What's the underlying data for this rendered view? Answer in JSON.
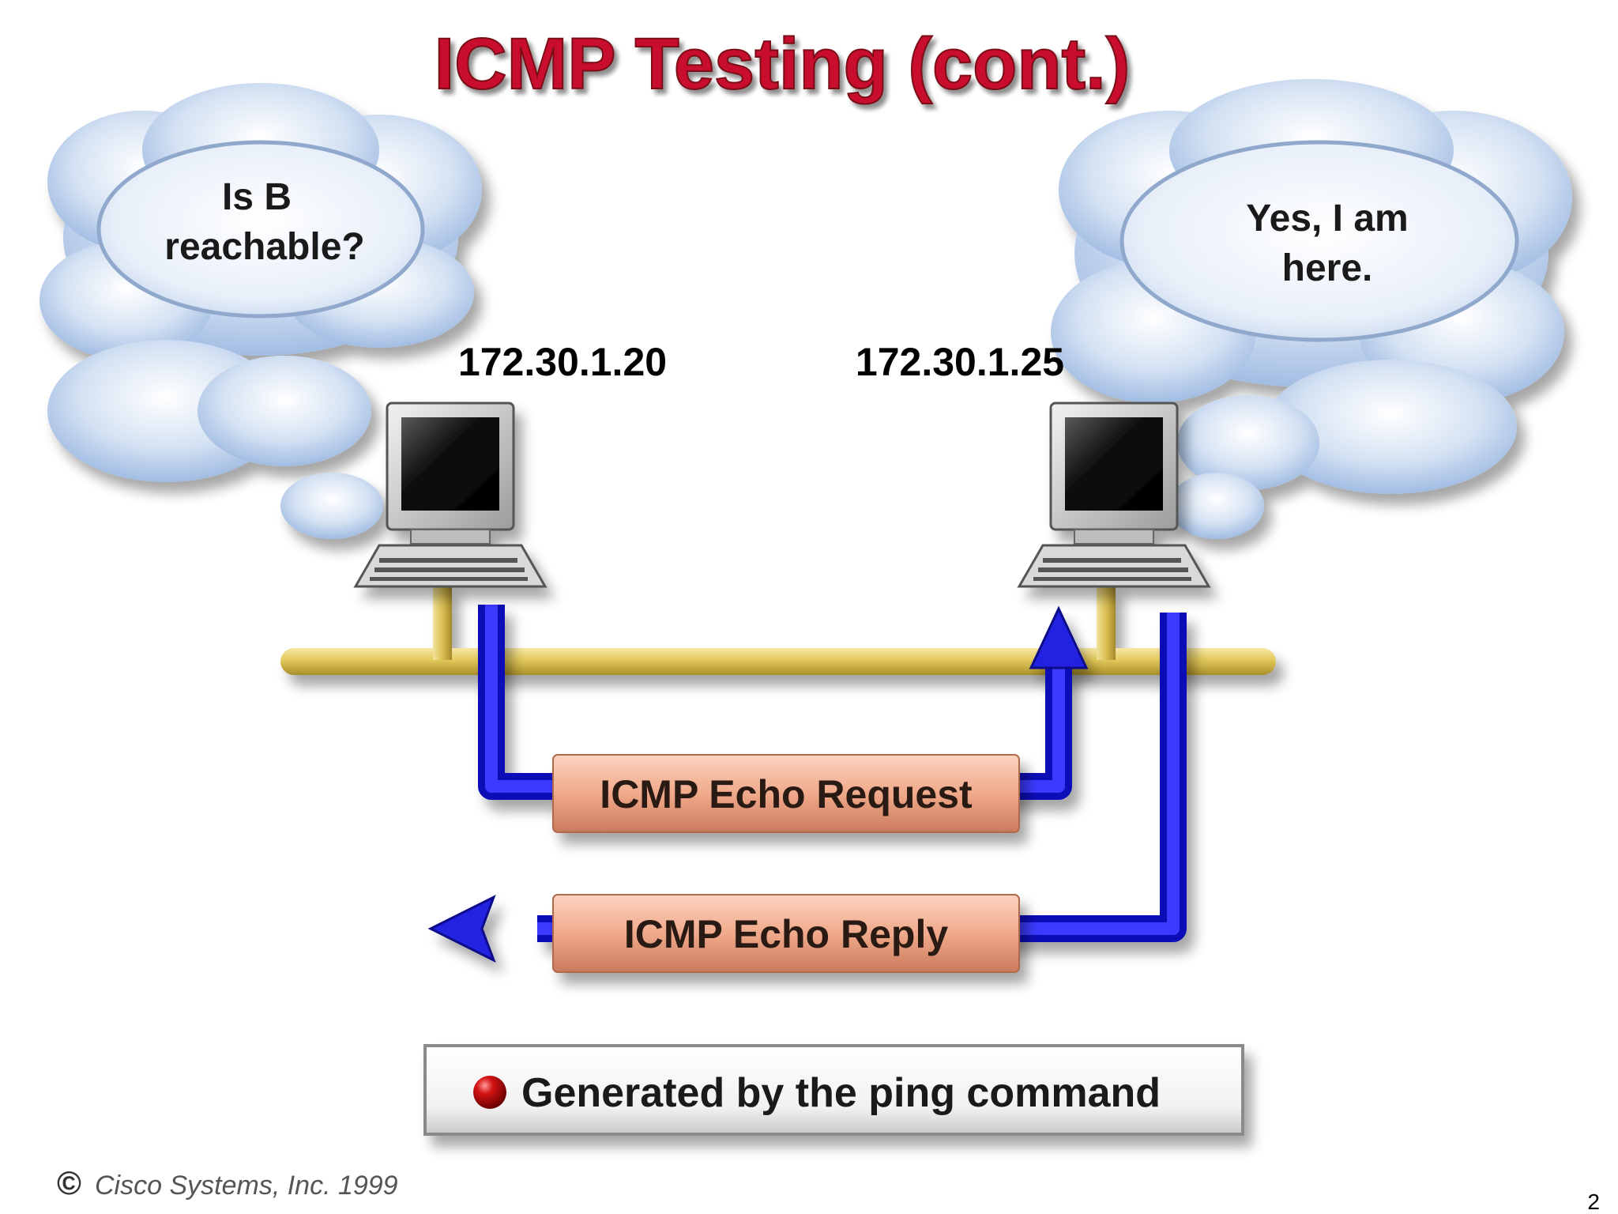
{
  "slide": {
    "title": "ICMP Testing (cont.)",
    "page_number": "2",
    "copyright_symbol": "©",
    "copyright_text": "Cisco Systems, Inc. 1999"
  },
  "hosts": {
    "a": {
      "ip": "172.30.1.20",
      "thought_line1": "Is B",
      "thought_line2": "reachable?"
    },
    "b": {
      "ip": "172.30.1.25",
      "thought_line1": "Yes, I am",
      "thought_line2": "here."
    }
  },
  "messages": {
    "request": "ICMP Echo Request",
    "reply": "ICMP Echo Reply"
  },
  "legend": {
    "text": "Generated by the ping command"
  },
  "icons": {
    "computer": "computer-icon",
    "bullet": "red-ball-icon",
    "cloud": "thought-cloud-icon"
  },
  "colors": {
    "title_red": "#c8102e",
    "arrow_blue": "#1a1ad6",
    "bus_yellow": "#e0c95a",
    "label_salmon": "#f0a889",
    "bullet_red": "#c01010",
    "cloud_blue": "#a9c3e6"
  }
}
